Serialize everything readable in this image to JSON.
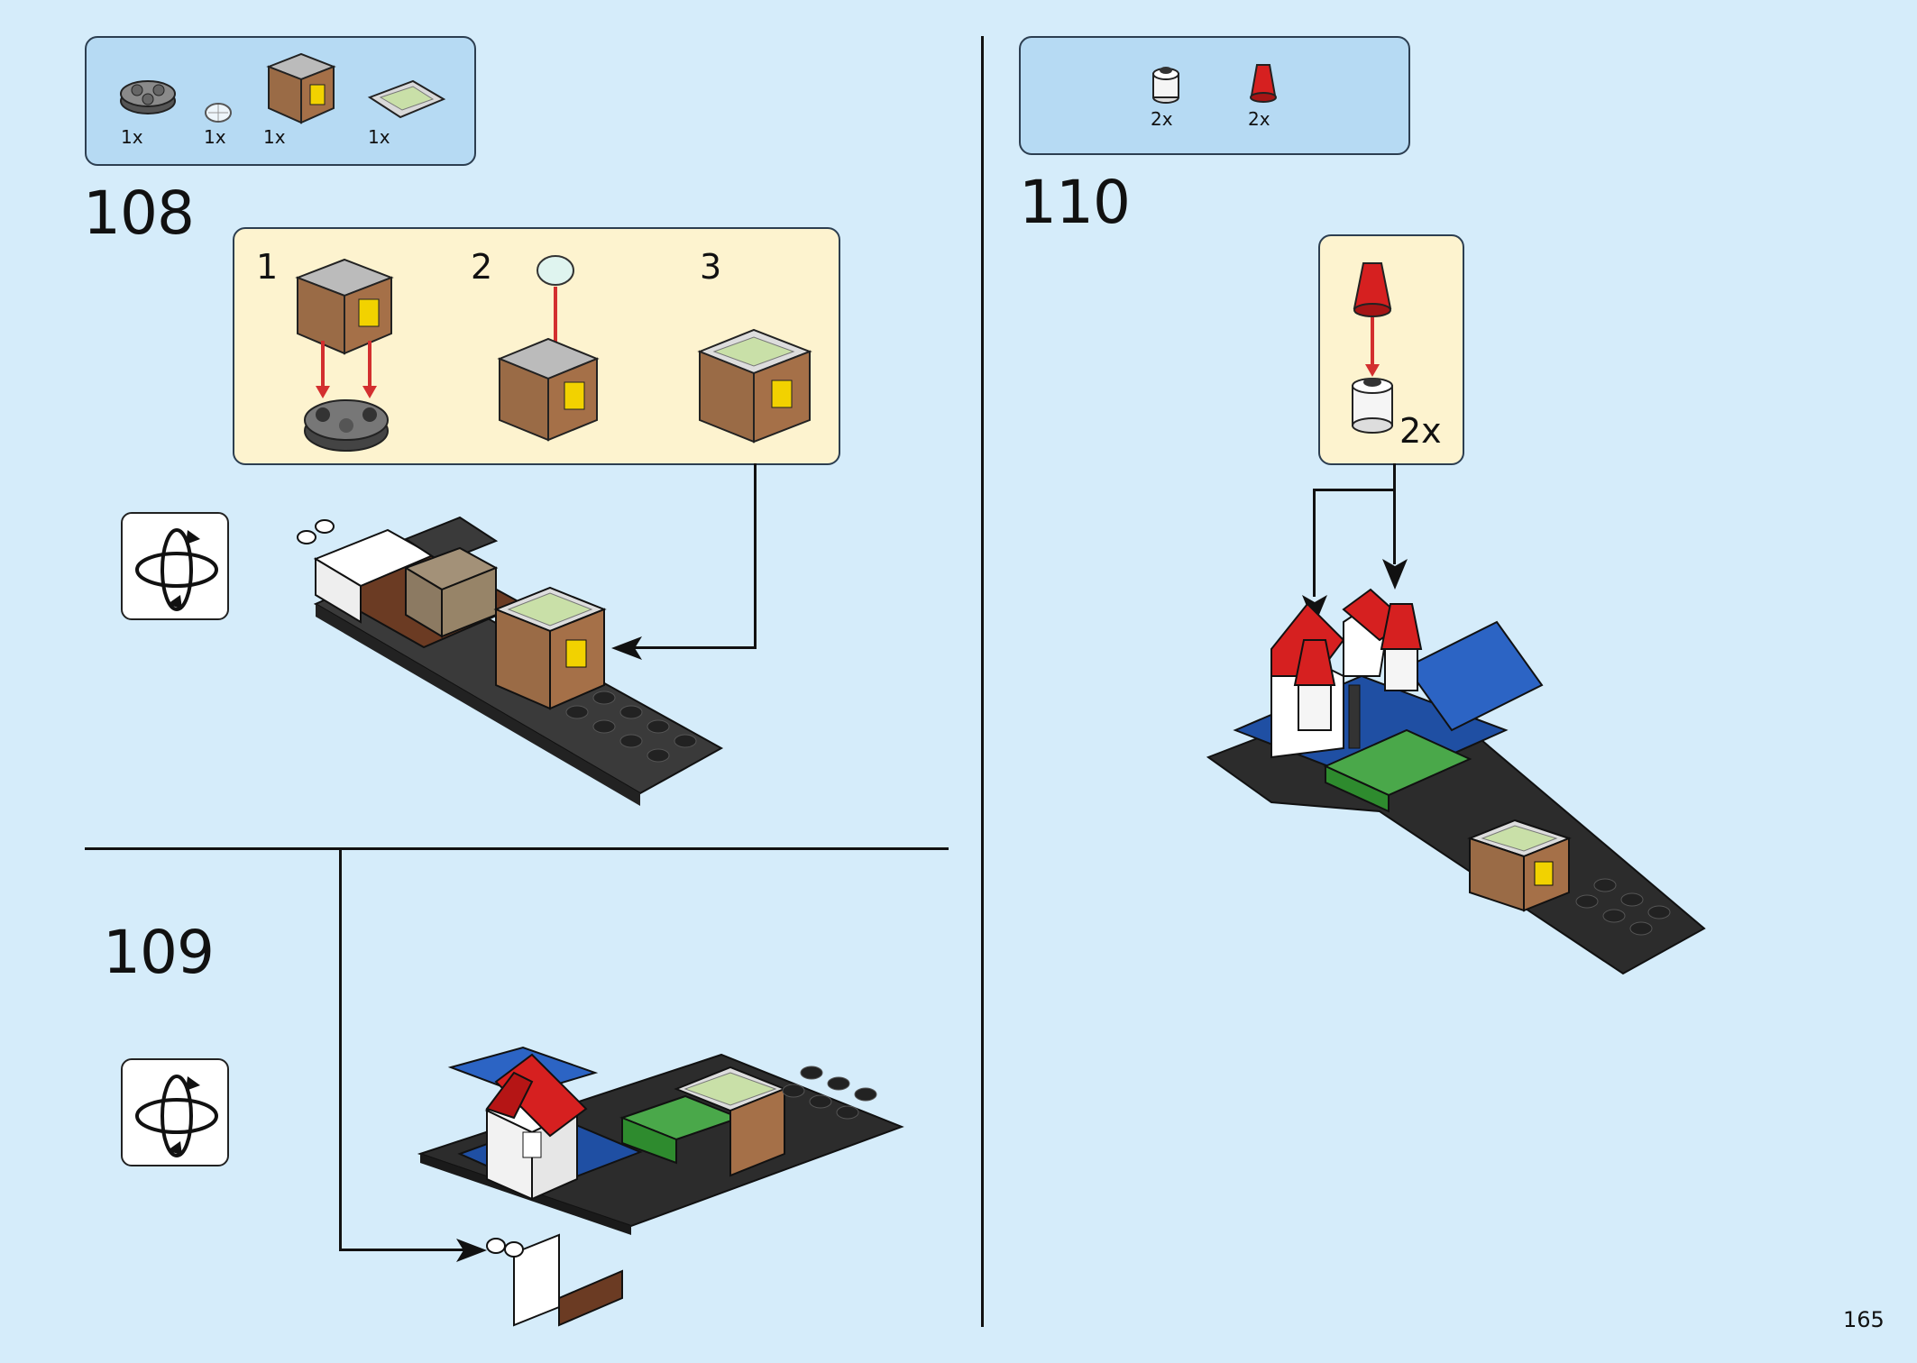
{
  "page": {
    "number": "165"
  },
  "steps": {
    "s108": {
      "number": "108",
      "parts": [
        "1x",
        "1x",
        "1x",
        "1x"
      ],
      "substeps": [
        "1",
        "2",
        "3"
      ]
    },
    "s109": {
      "number": "109"
    },
    "s110": {
      "number": "110",
      "parts": [
        "2x",
        "2x"
      ],
      "callout_qty": "2x"
    }
  },
  "icons": {
    "rotate": "rotate-model-icon",
    "arrow": "assembly-arrow-icon"
  },
  "colors": {
    "background": "#d5ecfa",
    "parts_box": "#b6daf3",
    "subassembly_box": "#fdf3cf",
    "arrow_red": "#d32f2f"
  }
}
